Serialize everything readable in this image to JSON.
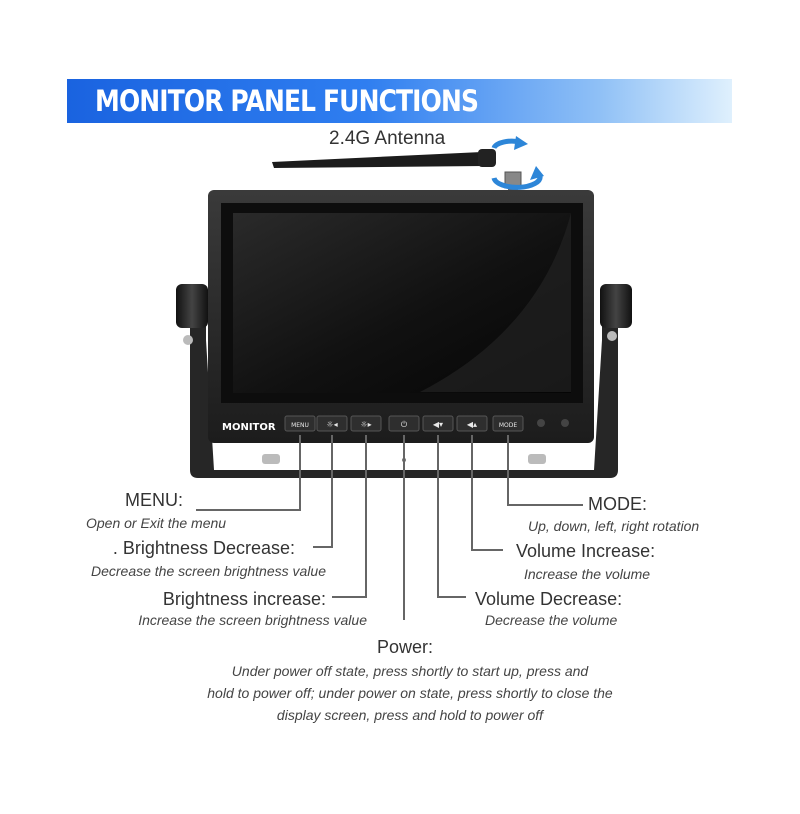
{
  "banner": {
    "title": "MONITOR PANEL FUNCTIONS",
    "color": "#1a63e0"
  },
  "antenna": {
    "label": "2.4G Antenna"
  },
  "device": {
    "brand": "MONITOR",
    "buttons": [
      {
        "name": "menu",
        "label": "MENU"
      },
      {
        "name": "brightness-decrease",
        "label": "☼◂"
      },
      {
        "name": "brightness-increase",
        "label": "☼▸"
      },
      {
        "name": "power",
        "label": "⏻"
      },
      {
        "name": "volume-decrease",
        "label": "◀▾"
      },
      {
        "name": "volume-increase",
        "label": "◀▴"
      },
      {
        "name": "mode",
        "label": "MODE"
      }
    ]
  },
  "callouts": {
    "menu": {
      "title": "MENU:",
      "desc": "Open or Exit the menu"
    },
    "brightness_decrease": {
      "title": ". Brightness Decrease:",
      "desc": "Decrease the screen brightness value"
    },
    "brightness_increase": {
      "title": "Brightness increase:",
      "desc": "Increase the screen brightness value"
    },
    "power": {
      "title": "Power:",
      "desc_lines": [
        "Under power off state, press shortly to start up, press and",
        "hold to power off; under power on state, press shortly to close the",
        "display screen, press and hold to power off"
      ]
    },
    "volume_decrease": {
      "title": "Volume Decrease:",
      "desc": "Decrease the volume"
    },
    "volume_increase": {
      "title": "Volume Increase:",
      "desc": "Increase the volume"
    },
    "mode": {
      "title": "MODE:",
      "desc": "Up, down, left, right rotation"
    }
  }
}
